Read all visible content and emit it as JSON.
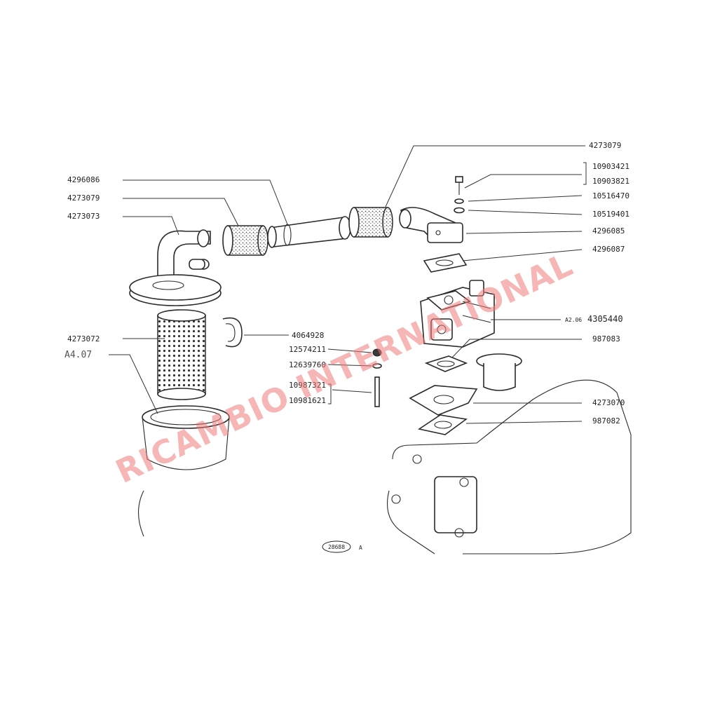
{
  "labels": {
    "top_right": "4273079",
    "l_4296086": "4296086",
    "l_4273079": "4273079",
    "l_4273073": "4273073",
    "l_4273072": "4273072",
    "l_a407": "A4.07",
    "l_10903421": "10903421",
    "l_10903821": "10903821",
    "l_10516470": "10516470",
    "l_10519401": "10519401",
    "l_4296085": "4296085",
    "l_4296087": "4296087",
    "l_a206": "A2.06",
    "l_4305440": "4305440",
    "l_987083": "987083",
    "l_4064928": "4064928",
    "l_12574211": "12574211",
    "l_12639760": "12639760",
    "l_10987321": "10987321",
    "l_10981621": "10981621",
    "l_4273070": "4273070",
    "l_987082": "987082"
  },
  "reference": {
    "code": "28688",
    "suffix": "A"
  },
  "watermark": {
    "text": "RICAMBIO INTERNATIONAL",
    "color": "#f07a7a"
  }
}
